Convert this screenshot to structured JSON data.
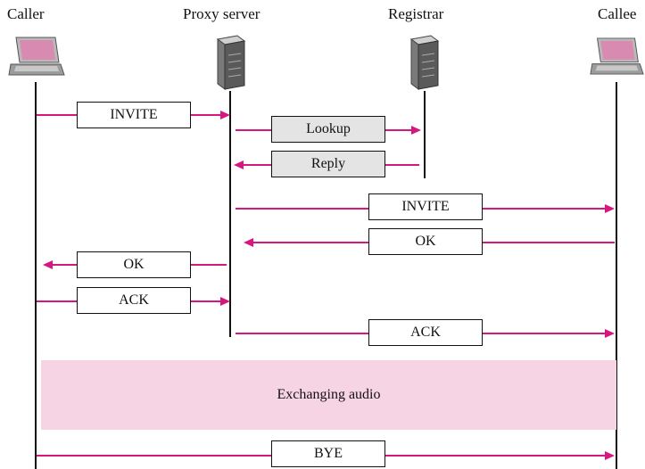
{
  "actors": {
    "caller": "Caller",
    "proxy": "Proxy server",
    "registrar": "Registrar",
    "callee": "Callee"
  },
  "icons": {
    "caller": "laptop-icon",
    "proxy": "server-icon",
    "registrar": "server-icon",
    "callee": "laptop-icon"
  },
  "colors": {
    "arrow": "#d6177f",
    "audio_band": "#f7d4e4",
    "gray_box": "#e4e4e4"
  },
  "messages": {
    "invite_1": "INVITE",
    "lookup": "Lookup",
    "reply": "Reply",
    "invite_2": "INVITE",
    "ok_1": "OK",
    "ok_2": "OK",
    "ack_1": "ACK",
    "ack_2": "ACK",
    "bye": "BYE"
  },
  "audio_label": "Exchanging audio"
}
